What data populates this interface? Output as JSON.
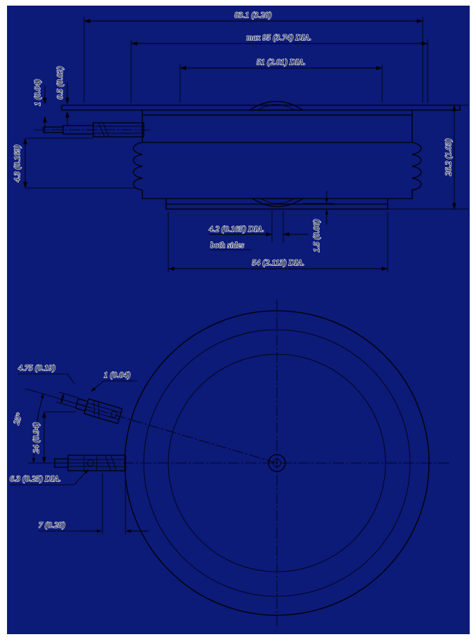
{
  "drawing_type": "package outline drawing, press-pack semiconductor capsule",
  "colors": {
    "page": "#ffffff",
    "canvas": "#0c1a78",
    "line": "#000000",
    "text": "#000000",
    "text_halo": "#c9d0ee"
  },
  "section_view": {
    "dims": {
      "overall_width": "83.1 (3.28)",
      "max_diameter": "max 95 (3.74) DIA.",
      "upper_pole_diameter": "51 (2.01) DIA.",
      "plate_thickness": "0.5 (0.02)",
      "flange_step": "1 (0.04)",
      "gate_lead_offset": "4.3 (0.169)",
      "overall_height": "26.2 (1.03)",
      "center_hole_diameter": "4.2 (0.165) DIA.",
      "center_hole_note": "both sides",
      "recess_depth": "1.5 (0.06)",
      "lower_pole_diameter": "54 (2.113) DIA."
    }
  },
  "plan_view": {
    "dims": {
      "gate_terminal_width": "4.75 (0.19)",
      "gate_terminal_tip": "1 (0.04)",
      "gate_terminal_angle": "25°",
      "terminal_spacing": "24 (0.94)",
      "terminal_diameter": "6.3 (0.25) DIA.",
      "terminal_length": "7 (0.28)"
    }
  }
}
